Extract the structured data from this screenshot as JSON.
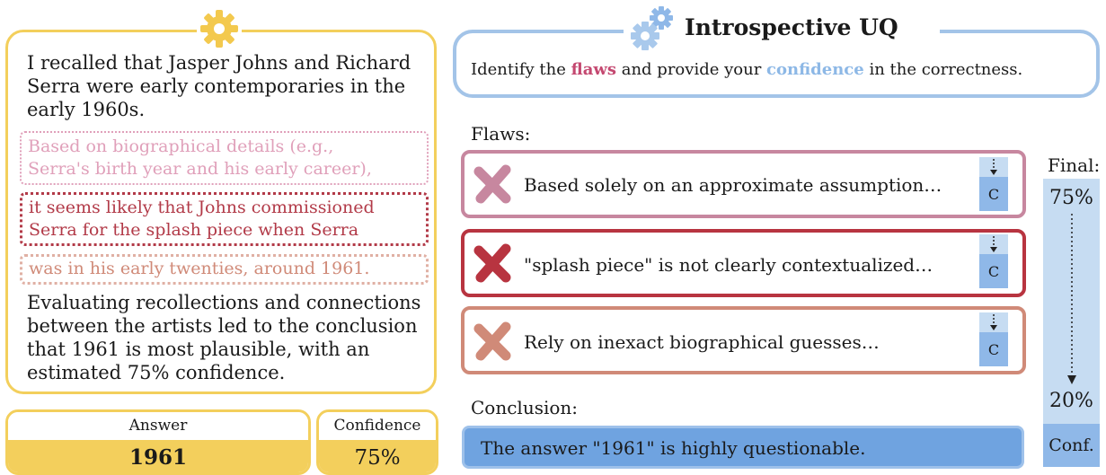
{
  "reasoning": {
    "intro": "I recalled that Jasper Johns and Richard Serra were early contemporaries in the early 1960s.",
    "steps": [
      {
        "line1": "Based on biographical details (e.g.,",
        "line2": "Serra's birth year and his early career),",
        "color": "#e0a0ba"
      },
      {
        "line1": "it seems likely that Johns commissioned",
        "line2": "Serra for the splash piece when Serra",
        "color": "#b23a48"
      },
      {
        "line1": "was in his early twenties, around 1961.",
        "line2": "",
        "color": "#d08a78"
      }
    ],
    "summary": "Evaluating recollections and connections between the artists led to the conclusion that 1961 is most plausible, with an estimated 75% confidence."
  },
  "answer": {
    "label": "Answer",
    "value": "1961"
  },
  "confidence": {
    "label": "Confidence",
    "value": "75%"
  },
  "introspective": {
    "title": "Introspective UQ",
    "prompt_prefix": "Identify the ",
    "prompt_flaws": "flaws",
    "prompt_middle": " and provide your ",
    "prompt_confidence": "confidence",
    "prompt_suffix": " in the correctness."
  },
  "flaws_label": "Flaws:",
  "flaws": [
    {
      "text": "Based solely on an approximate assumption…",
      "c_label": "C",
      "color": "#c7879f"
    },
    {
      "text": "\"splash piece\" is not clearly contextualized…",
      "c_label": "C",
      "color": "#b83440"
    },
    {
      "text": "Rely on inexact biographical guesses…",
      "c_label": "C",
      "color": "#d08a78"
    }
  ],
  "final": {
    "label": "Final:",
    "start_value": "75%",
    "end_value": "20%",
    "conf_label": "Conf."
  },
  "conclusion_label": "Conclusion:",
  "conclusion": "The answer \"1961\" is highly questionable.",
  "colors": {
    "yellow": "#f3cf5c",
    "blue_light": "#c6dcf2",
    "blue_mid": "#8fb8e8",
    "blue_dark": "#6fa3e0",
    "pink": "#c44870"
  }
}
